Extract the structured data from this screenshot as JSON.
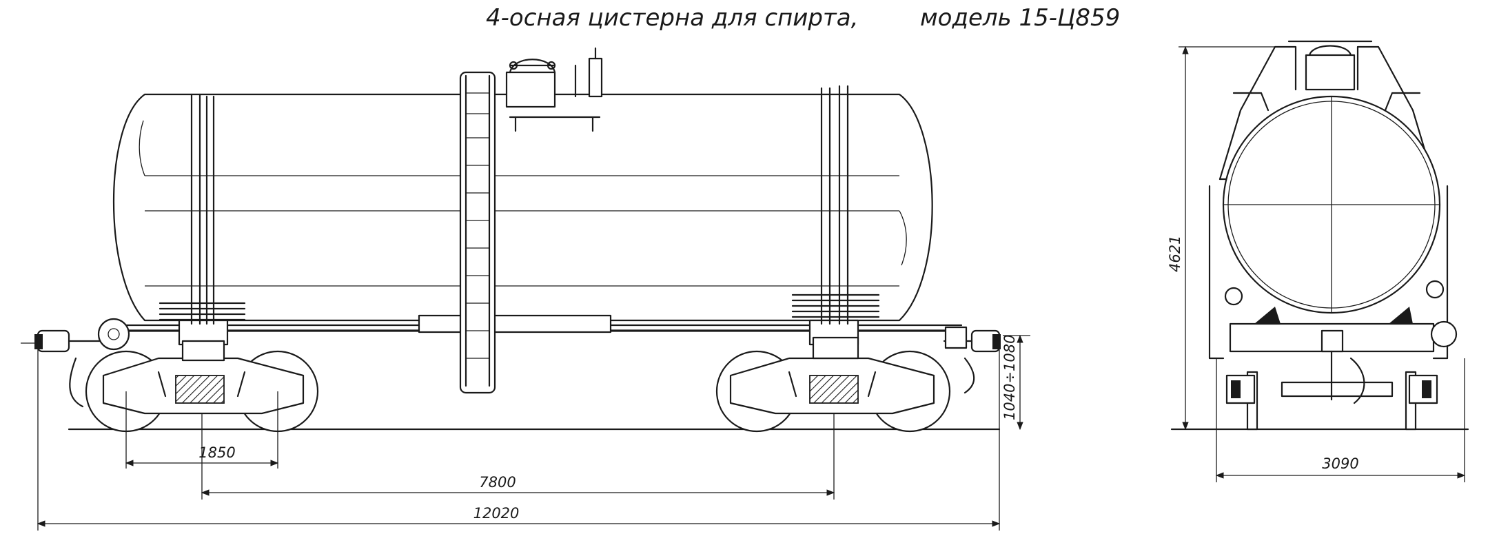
{
  "title": {
    "description": "4-осная цистерна для спирта,",
    "model": "модель 15-Ц859"
  },
  "dimensions": {
    "bogie_base": "1850",
    "bogie_centers": "7800",
    "length_over_couplers": "12020",
    "coupler_height": "1040÷1080",
    "overall_height": "4621",
    "overall_width": "3090"
  }
}
